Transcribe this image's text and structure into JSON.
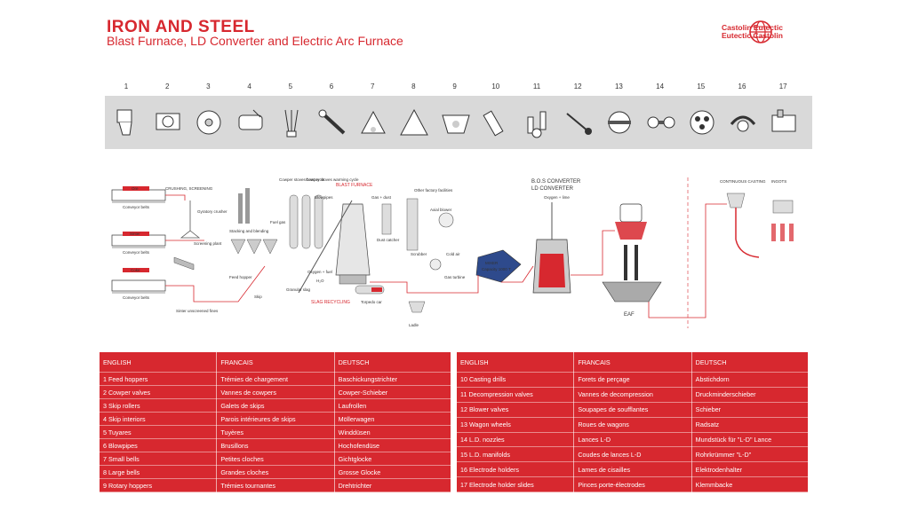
{
  "header": {
    "title": "IRON AND STEEL",
    "subtitle": "Blast Furnace, LD Converter and Electric Arc Furnace",
    "logo_line1": "Castolin Eutectic",
    "logo_line2": "Eutectic Castolin"
  },
  "colors": {
    "brand_red": "#d7282f",
    "strip_gray": "#d9d9d9"
  },
  "parts_strip": {
    "numbers": [
      "1",
      "2",
      "3",
      "4",
      "5",
      "6",
      "7",
      "8",
      "9",
      "10",
      "11",
      "12",
      "13",
      "14",
      "15",
      "16",
      "17"
    ]
  },
  "diagram": {
    "labels": {
      "ore": "Ore",
      "sinter": "Sinter",
      "coke": "Coke",
      "conveyor_belts": "Conveyor belts",
      "crushing_screening": "CRUSHING, SCREENING",
      "gyratory_crusher": "Gyratory crusher",
      "screening_plant": "Screening plant",
      "sinter_fines": "Sinter unscreened fines",
      "stacking_blending": "Stacking and blending",
      "feed_hopper": "Feed hopper",
      "skip": "Skip",
      "cowper_heat": "Cowper stoves heat cycle",
      "cowper_warming": "Cowper stoves warming cycle",
      "blast_furnace": "BLAST FURNACE",
      "blowpipes": "Blowpipes",
      "gas_dust": "Gas + dust",
      "other_facilities": "Other factory facilities",
      "axial_blower": "Axial blower",
      "dust_catcher": "Dust catcher",
      "scrubber": "Scrubber",
      "cold_air": "Cold air",
      "gas_turbine": "Gas turbine",
      "fuel_gas": "Fuel gas",
      "granular_slag": "Granular slag",
      "slag_recycling": "SLAG RECYCLING",
      "oxygen_fuel": "Oxygen + fuel",
      "h2o": "H₂O",
      "torpedo_car": "Torpedo car",
      "ladle": "Ladle",
      "mixer": "MIXER",
      "capacity": "Capacity 1000 T",
      "bos_converter": "B.O.S CONVERTER",
      "ld_converter": "LD CONVERTER",
      "oxygen_lime": "Oxygen + lime",
      "eaf": "EAF",
      "continuous_casting": "CONTINUOUS CASTING",
      "ingots": "INGOTS"
    }
  },
  "tables": {
    "headers": [
      "ENGLISH",
      "FRANCAIS",
      "DEUTSCH"
    ],
    "left": [
      [
        "1 Feed hoppers",
        "Trémies de chargement",
        "Baschickungstrichter"
      ],
      [
        "2 Cowper valves",
        "Vannes de cowpers",
        "Cowper-Schieber"
      ],
      [
        "3 Skip rollers",
        "Galets de skips",
        "Laufrollen"
      ],
      [
        "4 Skip interiors",
        "Parois intérieures de skips",
        "Möllerwagen"
      ],
      [
        "5 Tuyares",
        "Tuyères",
        "Winddüsen"
      ],
      [
        "6 Blowpipes",
        "Brusillons",
        "Hochofendüse"
      ],
      [
        "7 Small bells",
        "Petites cloches",
        "Gichtglocke"
      ],
      [
        "8 Large bells",
        "Grandes cloches",
        "Grosse Glocke"
      ],
      [
        "9 Rotary hoppers",
        "Trémies tournantes",
        "Drehtrichter"
      ]
    ],
    "right": [
      [
        "10 Casting drills",
        "Forets de perçage",
        "Abstichdorn"
      ],
      [
        "11 Decompression valves",
        "Vannes de decompression",
        "Druckminderschieber"
      ],
      [
        "12 Blower valves",
        "Soupapes de soufflantes",
        "Schieber"
      ],
      [
        "13 Wagon wheels",
        "Roues de wagons",
        "Radsatz"
      ],
      [
        "14 L.D. nozzles",
        "Lances L-D",
        "Mundstück für \"L-D\" Lance"
      ],
      [
        "15 L.D. manifolds",
        "Coudes de lances L-D",
        "Rohrkrümmer \"L-D\""
      ],
      [
        "16 Electrode holders",
        "Lames de cisailles",
        "Elektrodenhalter"
      ],
      [
        "17 Electrode holder slides",
        "Pinces porte-électrodes",
        "Klemmbacke"
      ]
    ]
  }
}
